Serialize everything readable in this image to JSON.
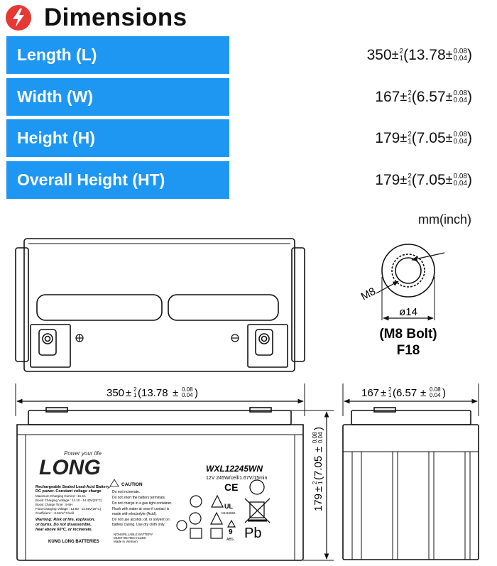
{
  "header": {
    "title": "Dimensions",
    "icon": "lightning-bolt-icon",
    "icon_color": "#e53935"
  },
  "accent_color": "#1e97f3",
  "dimensions": [
    {
      "label": "Length (L)",
      "mm": "350",
      "mm_tol_plus": "2",
      "mm_tol_minus": "1",
      "inch": "13.78",
      "inch_tol_plus": "0.08",
      "inch_tol_minus": "0.04"
    },
    {
      "label": "Width (W)",
      "mm": "167",
      "mm_tol_plus": "2",
      "mm_tol_minus": "1",
      "inch": "6.57",
      "inch_tol_plus": "0.08",
      "inch_tol_minus": "0.04"
    },
    {
      "label": "Height (H)",
      "mm": "179",
      "mm_tol_plus": "2",
      "mm_tol_minus": "1",
      "inch": "7.05",
      "inch_tol_plus": "0.08",
      "inch_tol_minus": "0.04"
    },
    {
      "label": "Overall Height (HT)",
      "mm": "179",
      "mm_tol_plus": "2",
      "mm_tol_minus": "1",
      "inch": "7.05",
      "inch_tol_plus": "0.08",
      "inch_tol_minus": "0.04"
    }
  ],
  "units": "mm(inch)",
  "bolt": {
    "thread": "M8",
    "diameter": "ø14",
    "name": "(M8 Bolt)",
    "code": "F18"
  },
  "battery": {
    "brand": "LONG",
    "tagline": "Power your life",
    "model": "WXL12245WN",
    "spec": "12V 245W/cell/1.67V/15min",
    "desc1": "Rechargeable Sealed Lead-Acid Battery.",
    "desc2": "DC power. Constant voltage charge",
    "charge_specs": [
      "Maximum Charging Current : 16.4A",
      "Boost Charging Voltage : 14.10 - 14.40V(25°C)",
      "Boost Charge Time : 8-9H",
      "Float Charging Voltage : 13.50 - 13.65V(25°C)",
      "Coefficient : -3.5mV/°C/cell"
    ],
    "warning": [
      "Warning: Risk of fire, explosion,",
      "or burns. Do not disassemble,",
      "heat above 60°C, or incinerate."
    ],
    "maker": "KUNG LONG BATTERIES",
    "caution_title": "CAUTION",
    "caution_items": [
      "Do not incinerate.",
      "Do not short the battery terminals.",
      "Do not charge in a gas tight container.",
      "Flush with water at once if contact is",
      "made with electrolyte (Acid).",
      "Do not use alcohol, oil, or solvent on",
      "battery casing. Use dry cloth only."
    ],
    "nonspill": [
      "NONSPILLABLE BATTERY",
      "MUST BE RECYCLED",
      "Made in Vietnam"
    ],
    "ul_text": "MH16962",
    "ce": "CE",
    "abs": "ABS",
    "pb": "Pb",
    "recycle_num": "9"
  }
}
